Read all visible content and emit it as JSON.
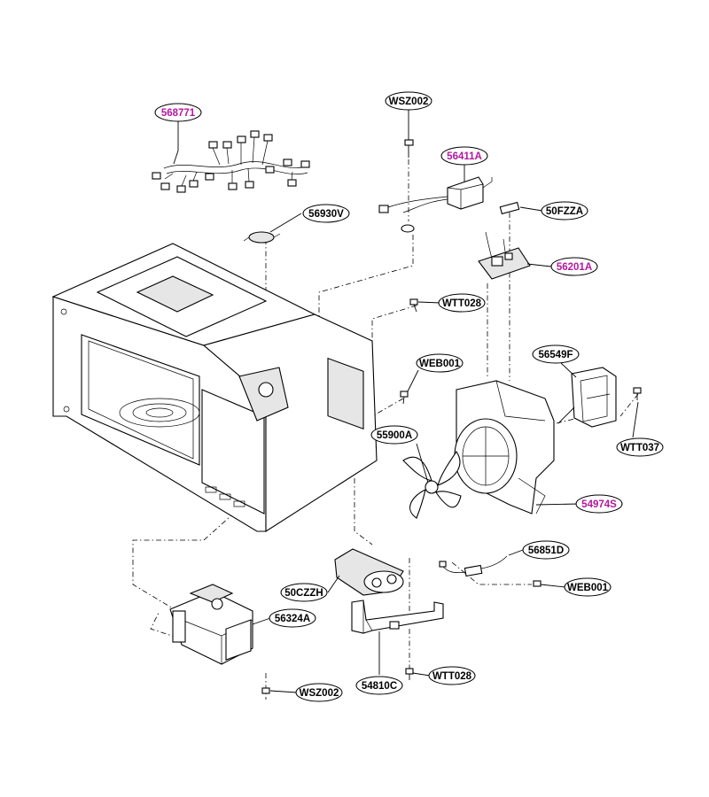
{
  "labels": [
    {
      "id": "568771",
      "text": "568771",
      "highlight": true
    },
    {
      "id": "WSZ002-top",
      "text": "WSZ002",
      "highlight": false
    },
    {
      "id": "56411A",
      "text": "56411A",
      "highlight": true
    },
    {
      "id": "50FZZA",
      "text": "50FZZA",
      "highlight": false
    },
    {
      "id": "56930V",
      "text": "56930V",
      "highlight": false
    },
    {
      "id": "56201A",
      "text": "56201A",
      "highlight": true
    },
    {
      "id": "WTT028-top",
      "text": "WTT028",
      "highlight": false
    },
    {
      "id": "WEB001-top",
      "text": "WEB001",
      "highlight": false
    },
    {
      "id": "56549F",
      "text": "56549F",
      "highlight": false
    },
    {
      "id": "55900A",
      "text": "55900A",
      "highlight": false
    },
    {
      "id": "WTT037",
      "text": "WTT037",
      "highlight": false
    },
    {
      "id": "54974S",
      "text": "54974S",
      "highlight": true
    },
    {
      "id": "56851D",
      "text": "56851D",
      "highlight": false
    },
    {
      "id": "50CZZH",
      "text": "50CZZH",
      "highlight": false
    },
    {
      "id": "WEB001-bottom",
      "text": "WEB001",
      "highlight": false
    },
    {
      "id": "56324A",
      "text": "56324A",
      "highlight": false
    },
    {
      "id": "54810C",
      "text": "54810C",
      "highlight": false
    },
    {
      "id": "WTT028-bottom",
      "text": "WTT028",
      "highlight": false
    },
    {
      "id": "WSZ002-bottom",
      "text": "WSZ002",
      "highlight": false
    }
  ],
  "colors": {
    "highlight": "#b5179e",
    "normal": "#000000",
    "line": "#000000",
    "background": "#ffffff"
  }
}
